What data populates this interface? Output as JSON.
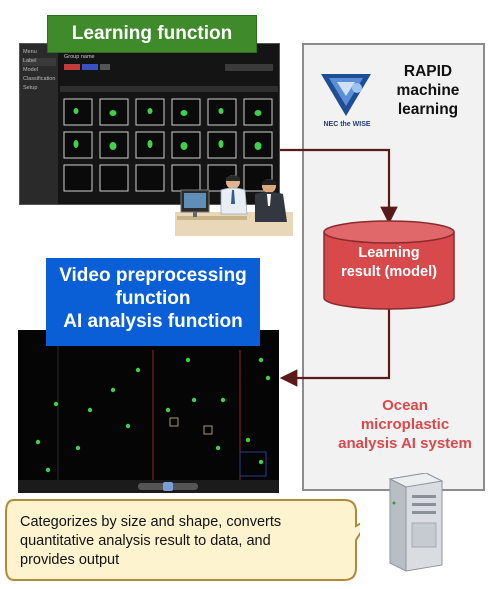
{
  "learning_title": "Learning function",
  "video_title": {
    "line1": "Video preprocessing",
    "line2": "function",
    "line3": "AI analysis function"
  },
  "rapid": {
    "line1": "RAPID",
    "line2": "machine",
    "line3": "learning"
  },
  "logo_text": "NEC the WISE",
  "cylinder": {
    "line1": "Learning",
    "line2": "result (model)"
  },
  "ocean": {
    "line1": "Ocean",
    "line2": "microplastic",
    "line3": "analysis AI system"
  },
  "callout": {
    "line1": "Categorizes by size and shape, converts",
    "line2": "quantitative analysis result to data, and",
    "line3": "provides output"
  },
  "shot1_sidebar": [
    "Menu",
    "Label",
    "Model",
    "Classification",
    "Setup"
  ],
  "shot1_labels": {
    "group": "Group",
    "name": "name"
  },
  "colors": {
    "green_title": "#3f8a2a",
    "blue_title": "#0b5fd6",
    "cylinder_red": "#d8494c",
    "ocean_text": "#d8494c",
    "arrow": "#5a1a1a"
  }
}
